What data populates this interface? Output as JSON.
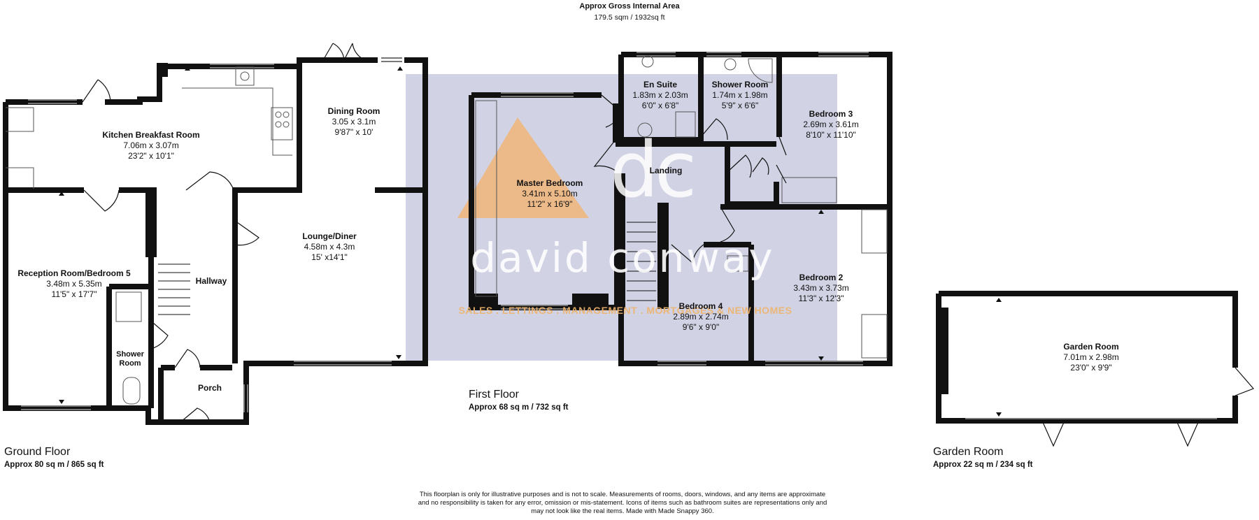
{
  "header": {
    "title": "Approx Gross Internal Area",
    "subtitle": "179.5 sqm / 1932sq ft"
  },
  "floors": {
    "ground": {
      "name": "Ground Floor",
      "area": "Approx 80 sq m / 865 sq ft"
    },
    "first": {
      "name": "First Floor",
      "area": "Approx 68 sq m / 732 sq ft"
    },
    "garden": {
      "name": "Garden Room",
      "area": "Approx 22 sq m / 234 sq ft"
    }
  },
  "rooms": {
    "kitchen": {
      "name": "Kitchen Breakfast Room",
      "metric": "7.06m x 3.07m",
      "imperial": "23'2\" x 10'1\""
    },
    "dining": {
      "name": "Dining Room",
      "metric": "3.05 x 3.1m",
      "imperial": "9'87\" x 10'"
    },
    "reception": {
      "name": "Reception Room/Bedroom 5",
      "metric": "3.48m x 5.35m",
      "imperial": "11'5\" x 17'7\""
    },
    "hallway": {
      "name": "Hallway"
    },
    "lounge": {
      "name": "Lounge/Diner",
      "metric": "4.58m x 4.3m",
      "imperial": "15' x14'1\""
    },
    "shower_ground": {
      "name": "Shower Room"
    },
    "porch": {
      "name": "Porch"
    },
    "ensuite": {
      "name": "En Suite",
      "metric": "1.83m x 2.03m",
      "imperial": "6'0\" x 6'8\""
    },
    "shower_first": {
      "name": "Shower Room",
      "metric": "1.74m x 1.98m",
      "imperial": "5'9\" x 6'6\""
    },
    "bedroom3": {
      "name": "Bedroom 3",
      "metric": "2.69m x 3.61m",
      "imperial": "8'10\" x 11'10\""
    },
    "landing": {
      "name": "Landing"
    },
    "master": {
      "name": "Master Bedroom",
      "metric": "3.41m x 5.10m",
      "imperial": "11'2\" x 16'9\""
    },
    "bedroom2": {
      "name": "Bedroom 2",
      "metric": "3.43m x 3.73m",
      "imperial": "11'3\" x 12'3\""
    },
    "bedroom4": {
      "name": "Bedroom 4",
      "metric": "2.89m x 2.74m",
      "imperial": "9'6\" x 9'0\""
    },
    "garden_room": {
      "name": "Garden Room",
      "metric": "7.01m x 2.98m",
      "imperial": "23'0\" x 9'9\""
    }
  },
  "watermark": {
    "monogram": "dc",
    "brand": "david conway",
    "tagline": "SALES . LETTINGS . MANAGEMENT . MORTGAGES & NEW HOMES",
    "colors": {
      "panel": "#c9cbe0",
      "accent": "#f4b26a"
    }
  },
  "disclaimer": {
    "line1": "This floorplan is only for illustrative purposes and is not to scale. Measurements of rooms, doors, windows, and any items are approximate",
    "line2": "and no responsibility is taken for any error, omission or mis-statement. Icons of items such as bathroom suites are representations only and",
    "line3": "may not look like the real items. Made with Made Snappy 360."
  }
}
